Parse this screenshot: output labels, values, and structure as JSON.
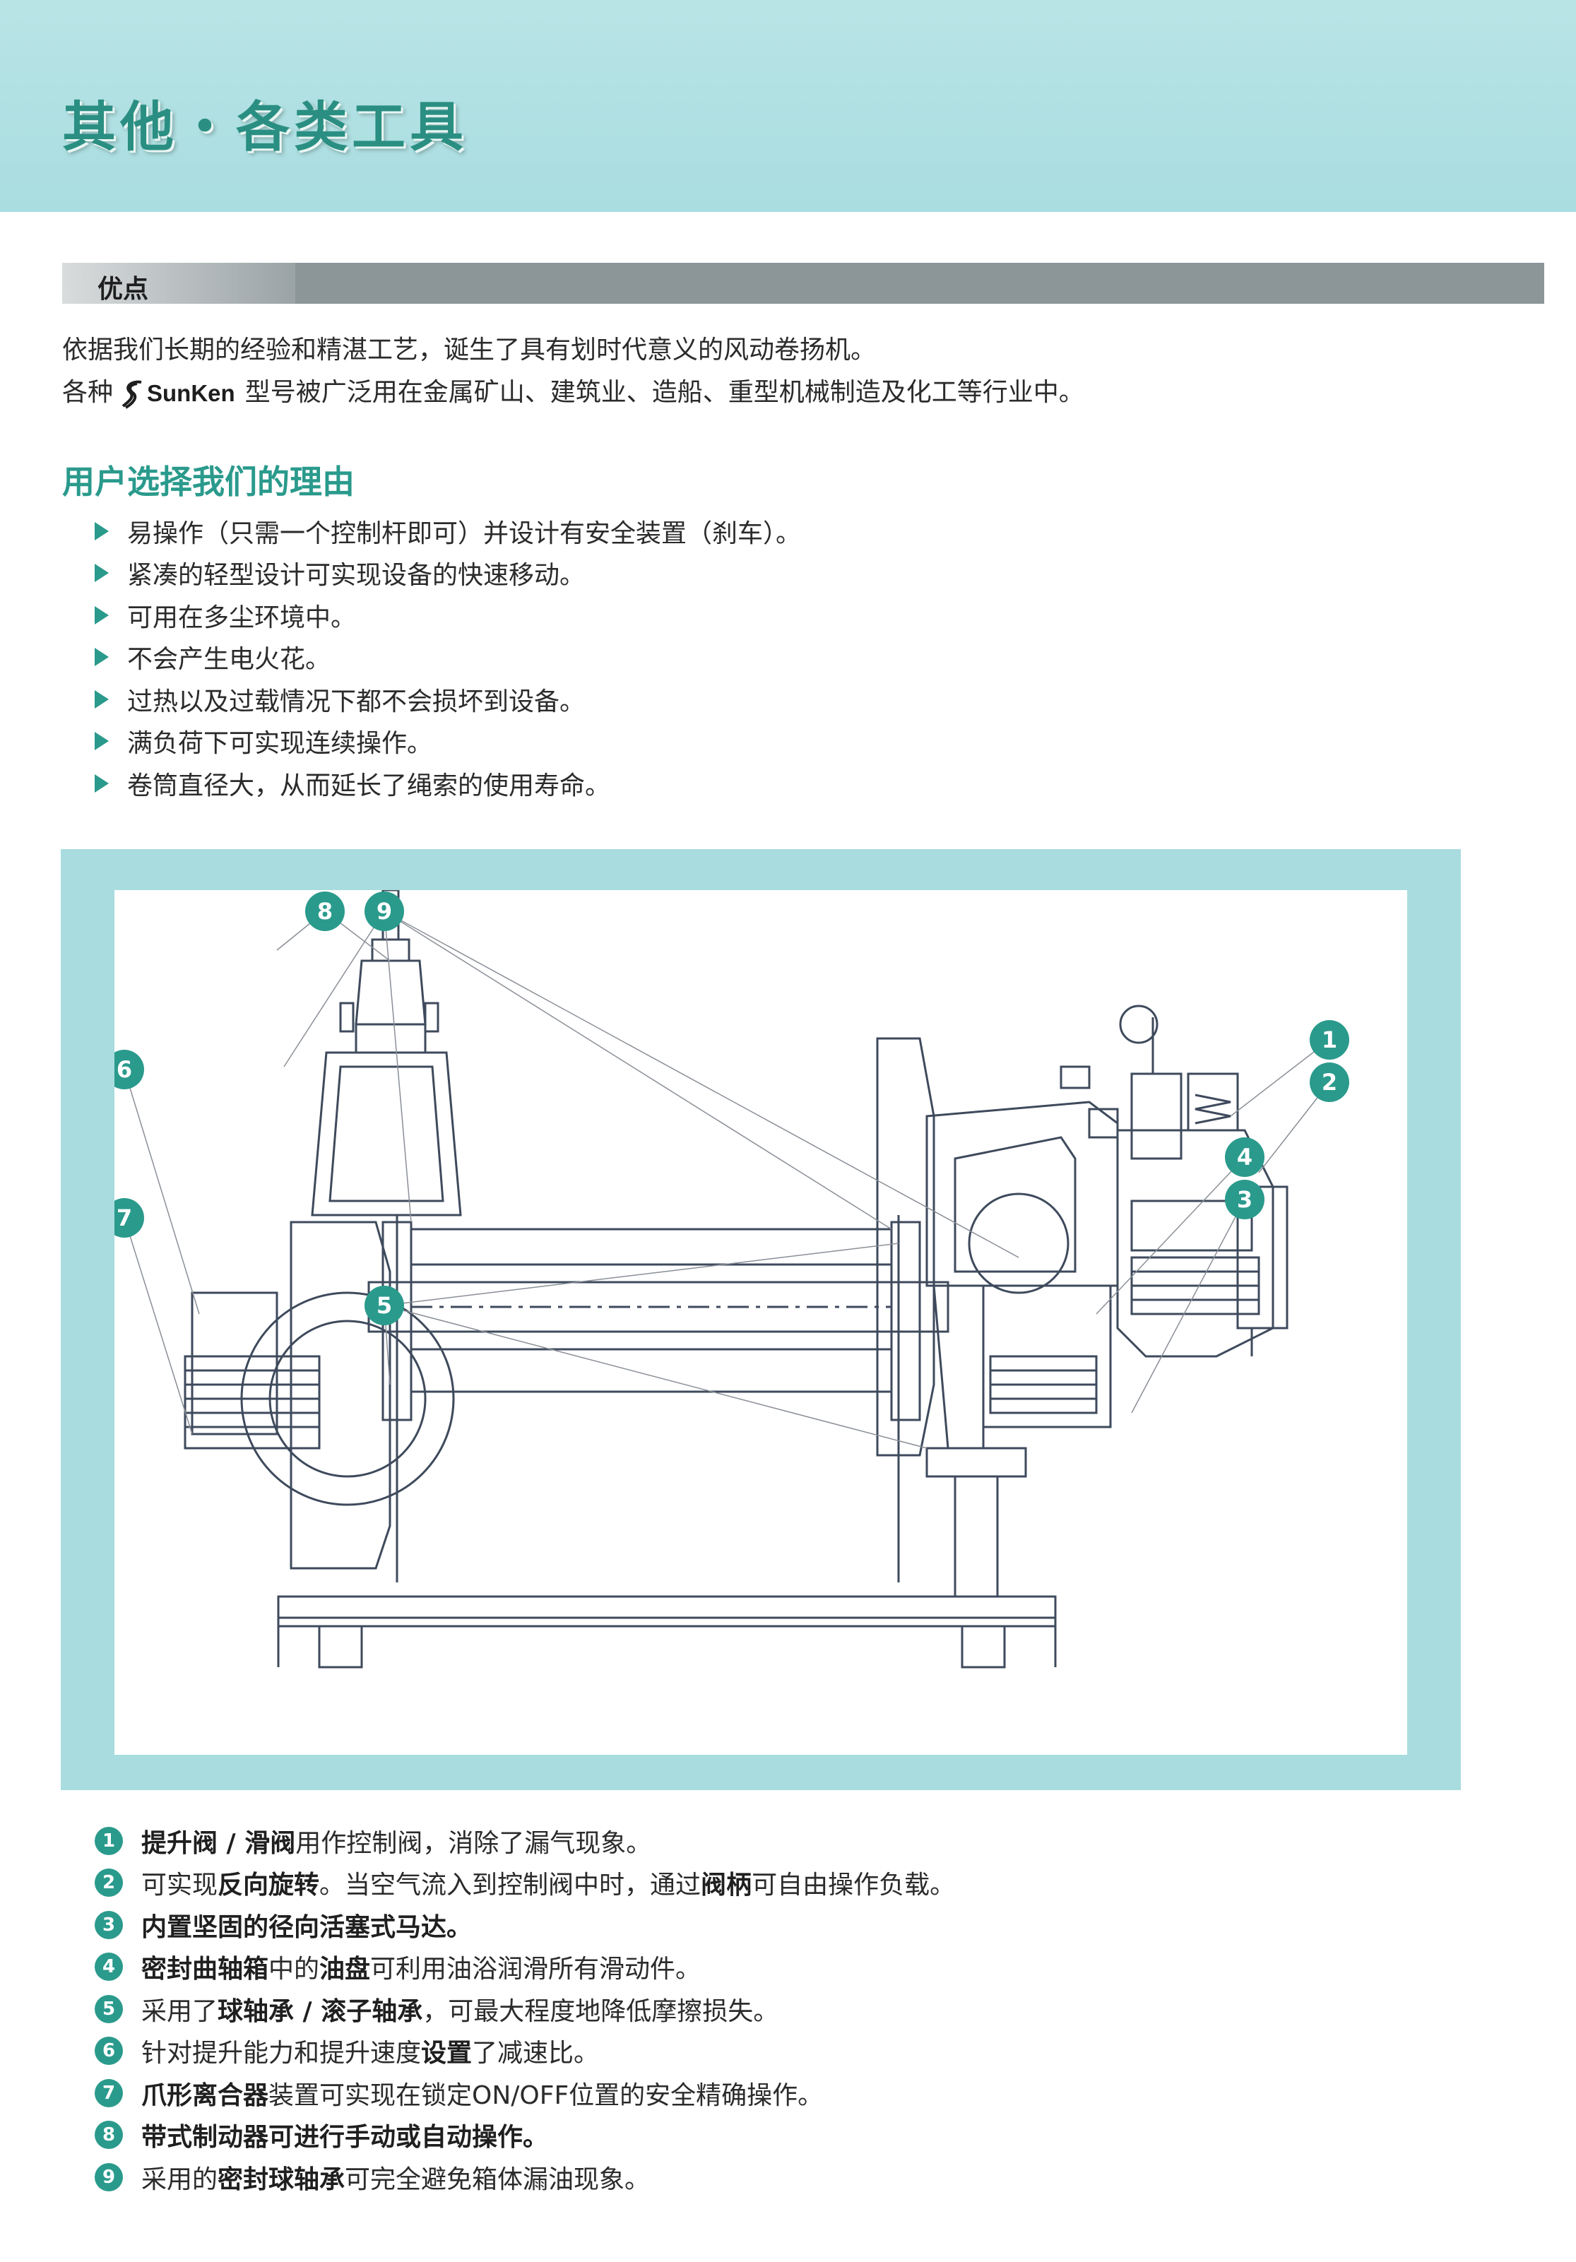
{
  "page": {
    "title": "其他・各类工具"
  },
  "advantages": {
    "heading": "优点",
    "intro_line1": "依据我们长期的经验和精湛工艺，诞生了具有划时代意义的风动卷扬机。",
    "intro_line2_pre": "各种",
    "brand": "SunKen",
    "intro_line2_post": "型号被广泛用在金属矿山、建筑业、造船、重型机械制造及化工等行业中。"
  },
  "reasons": {
    "heading": "用户选择我们的理由",
    "items": [
      "易操作（只需一个控制杆即可）并设计有安全装置（刹车）。",
      "紧凑的轻型设计可实现设备的快速移动。",
      "可用在多尘环境中。",
      "不会产生电火花。",
      "过热以及过载情况下都不会损坏到设备。",
      "满负荷下可实现连续操作。",
      "卷筒直径大，从而延长了绳索的使用寿命。"
    ]
  },
  "diagram": {
    "callouts": [
      "1",
      "2",
      "3",
      "4",
      "5",
      "6",
      "7",
      "8",
      "9"
    ]
  },
  "features": [
    {
      "num": "1",
      "parts": [
        {
          "t": "提升阀 / 滑阀",
          "b": true
        },
        {
          "t": "用作控制阀，消除了漏气现象。",
          "b": false
        }
      ]
    },
    {
      "num": "2",
      "parts": [
        {
          "t": "可实现",
          "b": false
        },
        {
          "t": "反向旋转",
          "b": true
        },
        {
          "t": "。当空气流入到控制阀中时，通过",
          "b": false
        },
        {
          "t": "阀柄",
          "b": true
        },
        {
          "t": "可自由操作负载。",
          "b": false
        }
      ]
    },
    {
      "num": "3",
      "parts": [
        {
          "t": "内置坚固的径向活塞式马达。",
          "b": true
        }
      ]
    },
    {
      "num": "4",
      "parts": [
        {
          "t": "密封曲轴箱",
          "b": true
        },
        {
          "t": "中的",
          "b": false
        },
        {
          "t": "油盘",
          "b": true
        },
        {
          "t": "可利用油浴润滑所有滑动件。",
          "b": false
        }
      ]
    },
    {
      "num": "5",
      "parts": [
        {
          "t": "采用了",
          "b": false
        },
        {
          "t": "球轴承 / 滚子轴承",
          "b": true
        },
        {
          "t": "，可最大程度地降低摩擦损失。",
          "b": false
        }
      ]
    },
    {
      "num": "6",
      "parts": [
        {
          "t": "针对提升能力和提升速度",
          "b": false
        },
        {
          "t": "设置",
          "b": true
        },
        {
          "t": "了减速比。",
          "b": false
        }
      ]
    },
    {
      "num": "7",
      "parts": [
        {
          "t": "爪形离合器",
          "b": true
        },
        {
          "t": "装置可实现在锁定ON/OFF位置的安全精确操作。",
          "b": false
        }
      ]
    },
    {
      "num": "8",
      "parts": [
        {
          "t": "带式制动器可进行手动或自动操作。",
          "b": true
        }
      ]
    },
    {
      "num": "9",
      "parts": [
        {
          "t": "采用的",
          "b": false
        },
        {
          "t": "密封球轴承",
          "b": true
        },
        {
          "t": "可完全避免箱体漏油现象。",
          "b": false
        }
      ]
    }
  ]
}
